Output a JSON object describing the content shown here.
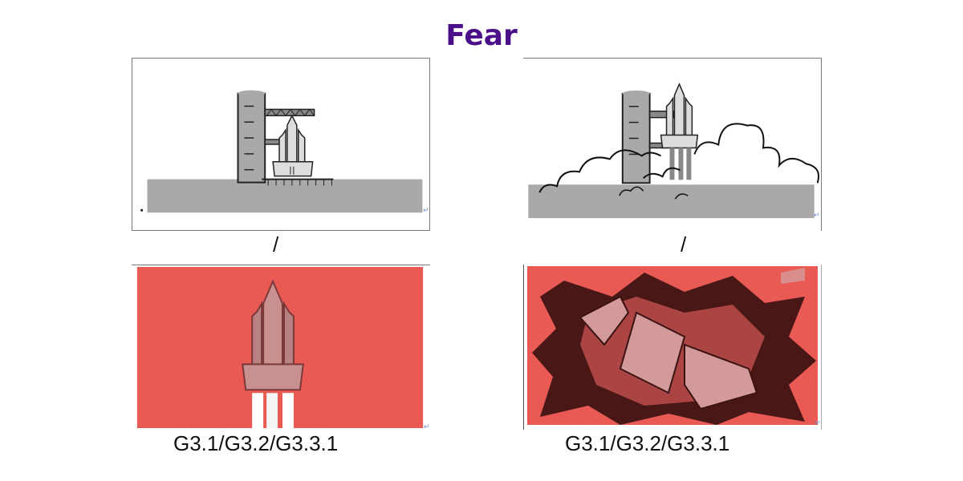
{
  "title": "Fear",
  "colors": {
    "title": "#4b0f8a",
    "panel_red": "#ea5a55",
    "ground_gray": "#a9a9a9"
  },
  "panels": [
    {
      "slash": "/"
    },
    {
      "slash": "/"
    },
    {
      "caption": "G3.1/G3.2/G3.3.1"
    },
    {
      "caption": "G3.1/G3.2/G3.3.1"
    }
  ]
}
